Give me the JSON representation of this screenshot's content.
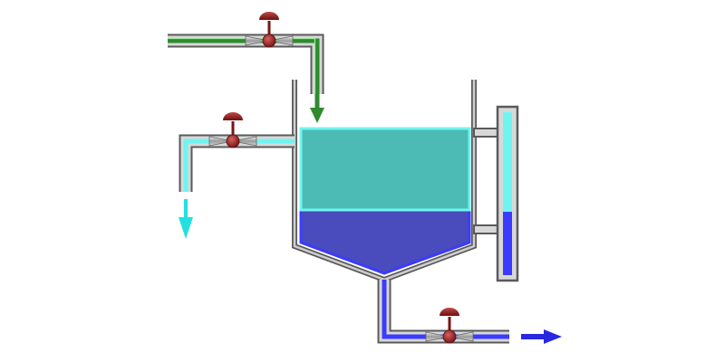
{
  "diagram": {
    "type": "separator-vessel-schematic",
    "components": [
      {
        "id": "feed-inlet",
        "kind": "pipe",
        "fluid": "mixture"
      },
      {
        "id": "feed-valve",
        "kind": "valve"
      },
      {
        "id": "light-phase-outlet",
        "kind": "pipe",
        "fluid": "light-liquid"
      },
      {
        "id": "light-phase-valve",
        "kind": "valve"
      },
      {
        "id": "separator-vessel",
        "kind": "vessel",
        "layers": [
          "light-liquid",
          "heavy-liquid"
        ]
      },
      {
        "id": "level-gauge",
        "kind": "sight-glass"
      },
      {
        "id": "heavy-phase-outlet",
        "kind": "pipe",
        "fluid": "heavy-liquid"
      },
      {
        "id": "heavy-phase-valve",
        "kind": "valve"
      }
    ],
    "flow_arrows": [
      {
        "id": "feed-arrow",
        "direction": "down",
        "fluid": "mixture"
      },
      {
        "id": "light-out-arrow",
        "direction": "down",
        "fluid": "light-liquid"
      },
      {
        "id": "heavy-out-arrow",
        "direction": "right",
        "fluid": "heavy-liquid"
      }
    ]
  },
  "colors": {
    "feed": "#2e8b2e",
    "light_liquid": "#4cbab5",
    "light_liquid_glow": "#6ff5f0",
    "heavy_liquid": "#4a4bbd",
    "heavy_liquid_glow": "#3b3bff",
    "pipe": "#777777",
    "valve": "#8b1a1a"
  }
}
